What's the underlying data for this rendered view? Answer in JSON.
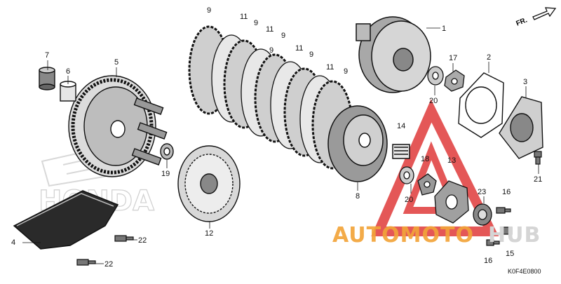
{
  "diagram": {
    "direction_label": "FR.",
    "drawing_code": "K0F4E0800",
    "watermark_left": "AUTOMOTO",
    "watermark_right": "HUB",
    "background_brand": "HONDA",
    "accent_red": "#e03a3a",
    "accent_orange": "#f2a43a",
    "part_labels": [
      {
        "id": "l1",
        "text": "1"
      },
      {
        "id": "l2",
        "text": "2"
      },
      {
        "id": "l3",
        "text": "3"
      },
      {
        "id": "l4",
        "text": "4"
      },
      {
        "id": "l5",
        "text": "5"
      },
      {
        "id": "l6",
        "text": "6"
      },
      {
        "id": "l7",
        "text": "7"
      },
      {
        "id": "l8",
        "text": "8"
      },
      {
        "id": "l9a",
        "text": "9"
      },
      {
        "id": "l9b",
        "text": "9"
      },
      {
        "id": "l9c",
        "text": "9"
      },
      {
        "id": "l9d",
        "text": "9"
      },
      {
        "id": "l9e",
        "text": "9"
      },
      {
        "id": "l9f",
        "text": "9"
      },
      {
        "id": "l11a",
        "text": "11"
      },
      {
        "id": "l11b",
        "text": "11"
      },
      {
        "id": "l11c",
        "text": "11"
      },
      {
        "id": "l11d",
        "text": "11"
      },
      {
        "id": "l12",
        "text": "12"
      },
      {
        "id": "l13",
        "text": "13"
      },
      {
        "id": "l14",
        "text": "14"
      },
      {
        "id": "l15",
        "text": "15"
      },
      {
        "id": "l16a",
        "text": "16"
      },
      {
        "id": "l16b",
        "text": "16"
      },
      {
        "id": "l17",
        "text": "17"
      },
      {
        "id": "l18",
        "text": "18"
      },
      {
        "id": "l19",
        "text": "19"
      },
      {
        "id": "l20a",
        "text": "20"
      },
      {
        "id": "l20b",
        "text": "20"
      },
      {
        "id": "l21",
        "text": "21"
      },
      {
        "id": "l22a",
        "text": "22"
      },
      {
        "id": "l22b",
        "text": "22"
      },
      {
        "id": "l23",
        "text": "23"
      }
    ]
  }
}
